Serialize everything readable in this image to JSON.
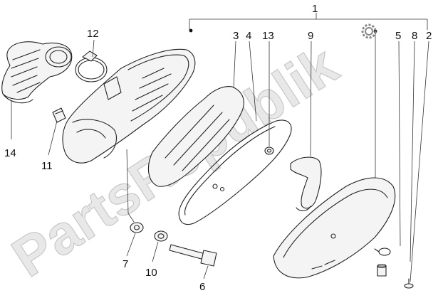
{
  "diagram": {
    "watermark_text": "PartsRepublik",
    "labels": [
      {
        "id": "callout-1",
        "text": "1"
      },
      {
        "id": "callout-2",
        "text": "2"
      },
      {
        "id": "callout-3",
        "text": "3"
      },
      {
        "id": "callout-4",
        "text": "4"
      },
      {
        "id": "callout-5",
        "text": "5"
      },
      {
        "id": "callout-6",
        "text": "6"
      },
      {
        "id": "callout-7",
        "text": "7"
      },
      {
        "id": "callout-8",
        "text": "8"
      },
      {
        "id": "callout-9",
        "text": "9"
      },
      {
        "id": "callout-10",
        "text": "10"
      },
      {
        "id": "callout-11",
        "text": "11"
      },
      {
        "id": "callout-12",
        "text": "12"
      },
      {
        "id": "callout-13",
        "text": "13"
      },
      {
        "id": "callout-14",
        "text": "14"
      }
    ],
    "icons": [
      "gear-icon",
      "bullet-dot-icon"
    ]
  }
}
